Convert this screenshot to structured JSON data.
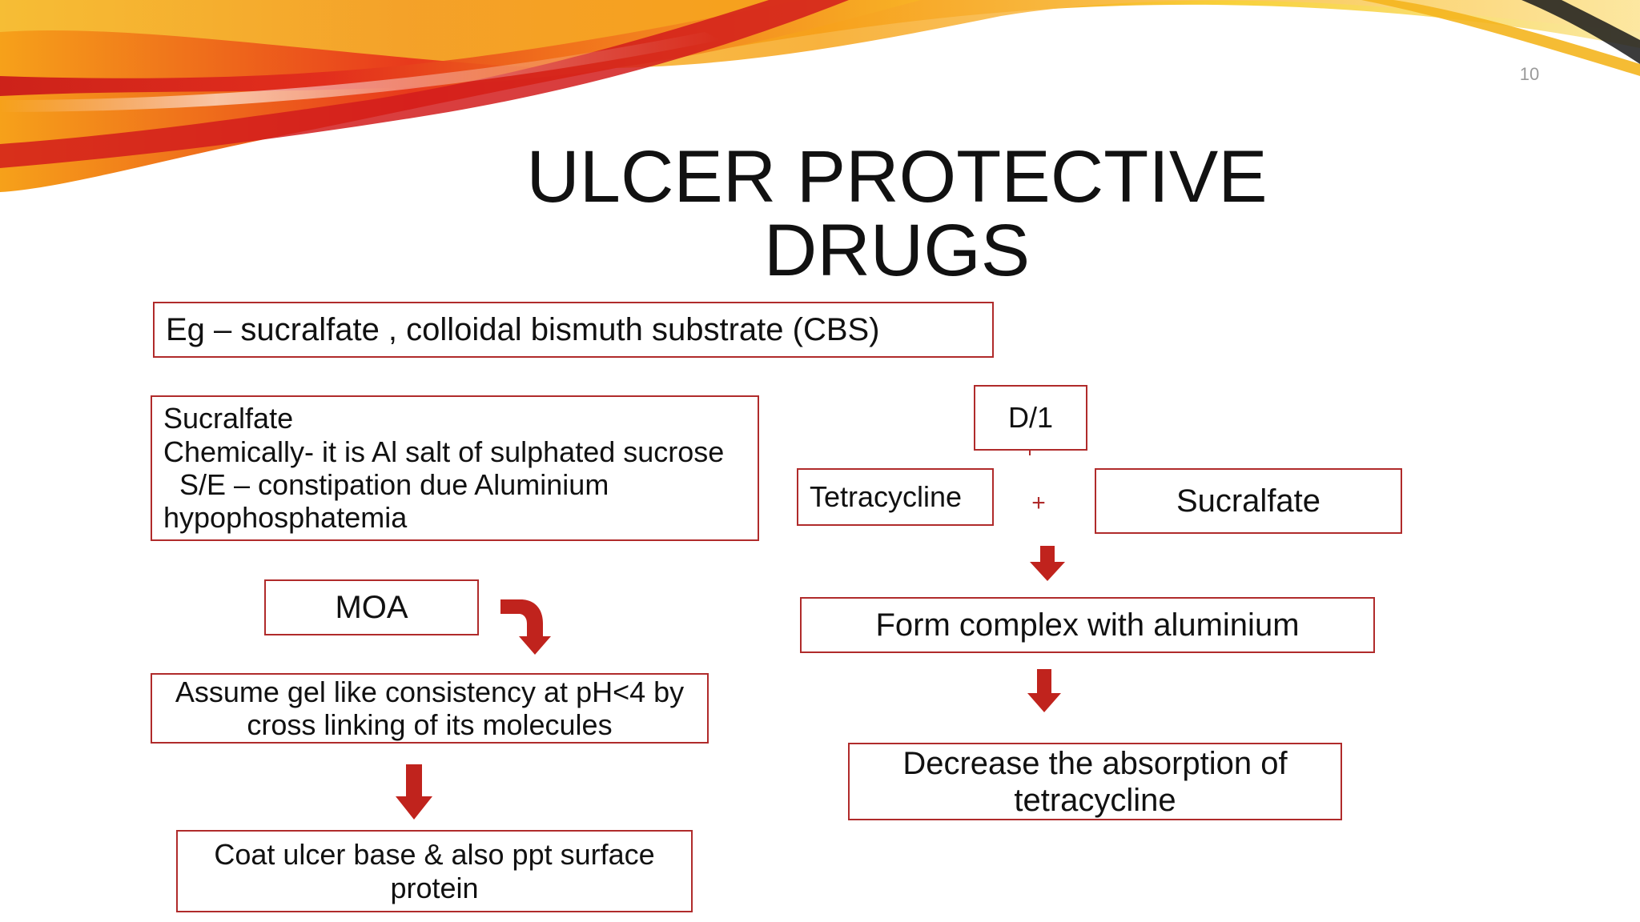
{
  "slide": {
    "number": "10",
    "title": "ULCER PROTECTIVE DRUGS"
  },
  "left_column": {
    "examples": "Eg – sucralfate , colloidal bismuth substrate (CBS)",
    "sucralfate_info": {
      "line1": "Sucralfate",
      "line2": "Chemically- it is Al salt of sulphated sucrose",
      "line3": "S/E – constipation due Aluminium",
      "line4": "hypophosphatemia"
    },
    "moa": "MOA",
    "gel": {
      "line1": "Assume gel like consistency at pH<4 by",
      "line2": "cross linking of its molecules"
    },
    "coat": {
      "line1": "Coat ulcer base & also ppt surface",
      "line2": "protein"
    }
  },
  "right_column": {
    "d1": "D/1",
    "tetracycline": "Tetracycline",
    "plus": "+",
    "sucralfate": "Sucralfate",
    "complex": "Form complex with aluminium",
    "decrease": {
      "line1": "Decrease the absorption of",
      "line2": "tetracycline"
    }
  },
  "colors": {
    "box_border": "#b02b2b",
    "arrow_fill": "#c0231d",
    "swoosh_red": "#d7261e",
    "swoosh_orange": "#f57c14",
    "swoosh_yellow": "#f8c21c"
  },
  "icons": {
    "curved_arrow": "curved-arrow-down-icon",
    "down_arrow": "arrow-down-icon"
  }
}
